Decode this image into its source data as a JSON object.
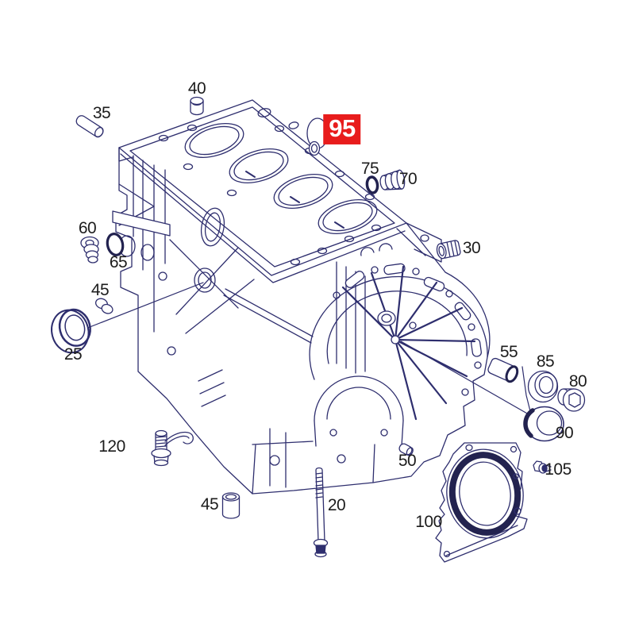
{
  "diagram": {
    "type": "exploded-parts-diagram",
    "subject": "engine-cylinder-block-crankcase"
  },
  "colors": {
    "line": "#2e2e6e",
    "dark_line": "#22224f",
    "label": "#1c1c1c",
    "highlight_bg": "#e81c1c",
    "highlight_text": "#ffffff",
    "background": "#ffffff"
  },
  "callouts": [
    {
      "id": "35",
      "label": "35",
      "highlighted": false
    },
    {
      "id": "40",
      "label": "40",
      "highlighted": false
    },
    {
      "id": "95",
      "label": "95",
      "highlighted": true
    },
    {
      "id": "75",
      "label": "75",
      "highlighted": false
    },
    {
      "id": "70",
      "label": "70",
      "highlighted": false
    },
    {
      "id": "60",
      "label": "60",
      "highlighted": false
    },
    {
      "id": "65",
      "label": "65",
      "highlighted": false
    },
    {
      "id": "30",
      "label": "30",
      "highlighted": false
    },
    {
      "id": "45a",
      "label": "45",
      "highlighted": false
    },
    {
      "id": "25",
      "label": "25",
      "highlighted": false
    },
    {
      "id": "55",
      "label": "55",
      "highlighted": false
    },
    {
      "id": "85",
      "label": "85",
      "highlighted": false
    },
    {
      "id": "80",
      "label": "80",
      "highlighted": false
    },
    {
      "id": "90",
      "label": "90",
      "highlighted": false
    },
    {
      "id": "50",
      "label": "50",
      "highlighted": false
    },
    {
      "id": "120",
      "label": "120",
      "highlighted": false
    },
    {
      "id": "45b",
      "label": "45",
      "highlighted": false
    },
    {
      "id": "20",
      "label": "20",
      "highlighted": false
    },
    {
      "id": "100",
      "label": "100",
      "highlighted": false
    },
    {
      "id": "105",
      "label": "105",
      "highlighted": false
    }
  ]
}
